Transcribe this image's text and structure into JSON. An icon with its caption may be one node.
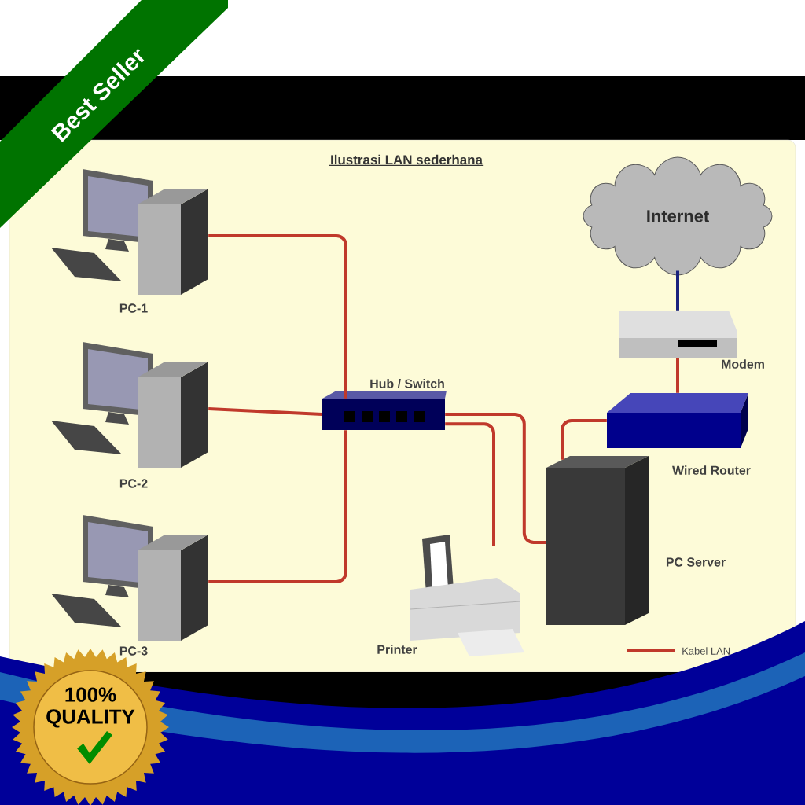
{
  "diagram": {
    "title": "Ilustrasi LAN sederhana",
    "nodes": [
      {
        "text": [
          "PC-1"
        ]
      },
      {
        "text": [
          "PC-2"
        ]
      },
      {
        "text": [
          "PC-3"
        ]
      },
      {
        "text": [
          "Hub / Switch"
        ]
      },
      {
        "text": [
          "Printer"
        ]
      },
      {
        "text": [
          "PC Server"
        ]
      },
      {
        "text": [
          "Wired Router"
        ]
      },
      {
        "text": [
          "Modem"
        ]
      },
      {
        "text": [
          "Internet"
        ]
      }
    ],
    "edges": [
      {
        "from": 0,
        "to": 3,
        "arrow": "none"
      },
      {
        "from": 1,
        "to": 3,
        "arrow": "none"
      },
      {
        "from": 2,
        "to": 3,
        "arrow": "none"
      },
      {
        "from": 3,
        "to": 4,
        "arrow": "none"
      },
      {
        "from": 3,
        "to": 5,
        "arrow": "none"
      },
      {
        "from": 6,
        "to": 5,
        "arrow": "none"
      },
      {
        "from": 7,
        "to": 6,
        "arrow": "none"
      },
      {
        "from": 8,
        "to": 7,
        "arrow": "none",
        "color": "#1a237e"
      }
    ],
    "labels": [
      "Best Seller",
      "100% QUALITY"
    ],
    "legend": [
      {
        "text": "Kabel LAN"
      }
    ]
  }
}
